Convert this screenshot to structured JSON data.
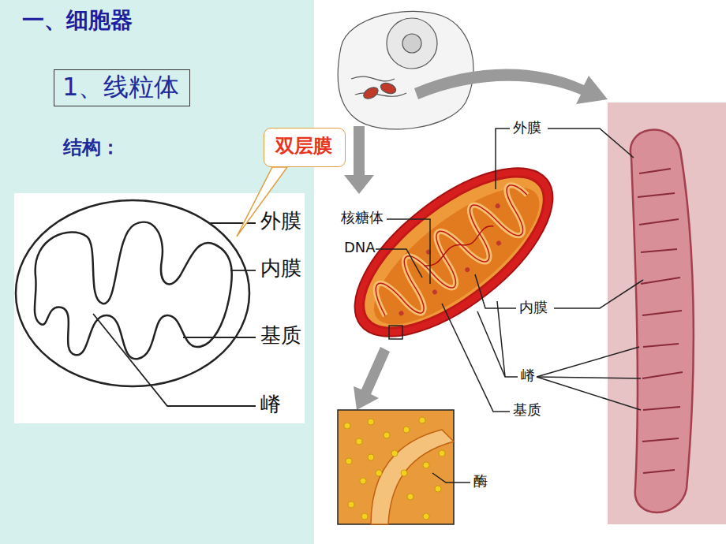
{
  "diagram": {
    "title": "一、细胞器",
    "nodes": [
      {
        "text": [
          "1、线粒体"
        ]
      },
      {
        "text": [
          "双层膜"
        ]
      }
    ],
    "labels": [
      "结构：",
      "外膜",
      "内膜",
      "基质",
      "嵴",
      "外膜",
      "核糖体",
      "DNA",
      "内膜",
      "嵴",
      "基质",
      "酶"
    ]
  }
}
